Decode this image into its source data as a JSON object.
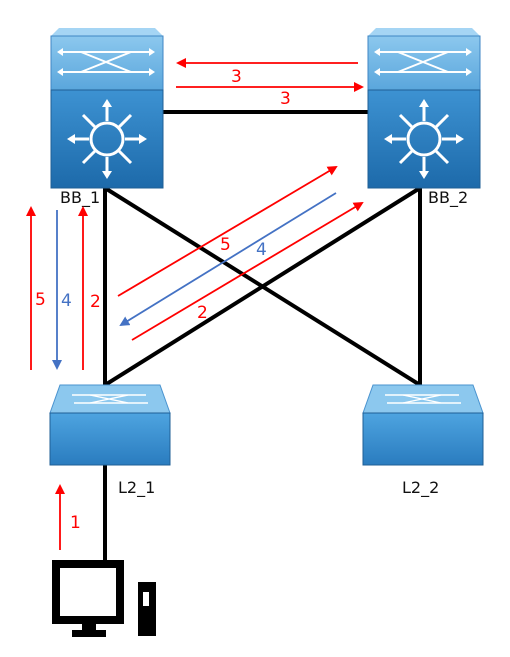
{
  "nodes": {
    "bb1": {
      "label": "BB_1",
      "icon": "core-switch-icon"
    },
    "bb2": {
      "label": "BB_2",
      "icon": "core-switch-icon"
    },
    "l2_1": {
      "label": "L2_1",
      "icon": "workgroup-switch-icon"
    },
    "l2_2": {
      "label": "L2_2",
      "icon": "workgroup-switch-icon"
    },
    "pc": {
      "icon": "workstation-icon"
    }
  },
  "flows": {
    "step1": {
      "label": "1",
      "color": "#ff0000"
    },
    "step2_left": {
      "label": "2",
      "color": "#ff0000"
    },
    "step2_diag": {
      "label": "2",
      "color": "#ff0000"
    },
    "step3_left": {
      "label": "3",
      "color": "#ff0000"
    },
    "step3_right": {
      "label": "3",
      "color": "#ff0000"
    },
    "step4_left": {
      "label": "4",
      "color": "#4472c4"
    },
    "step4_diag": {
      "label": "4",
      "color": "#4472c4"
    },
    "step5_left": {
      "label": "5",
      "color": "#ff0000"
    },
    "step5_diag": {
      "label": "5",
      "color": "#ff0000"
    }
  },
  "colors": {
    "switch_top": "#6fb3e3",
    "switch_side": "#2c7fc0",
    "switch_dark": "#1f5f96",
    "link": "#000000",
    "red_arrow": "#ff0000",
    "blue_arrow": "#4472c4"
  }
}
